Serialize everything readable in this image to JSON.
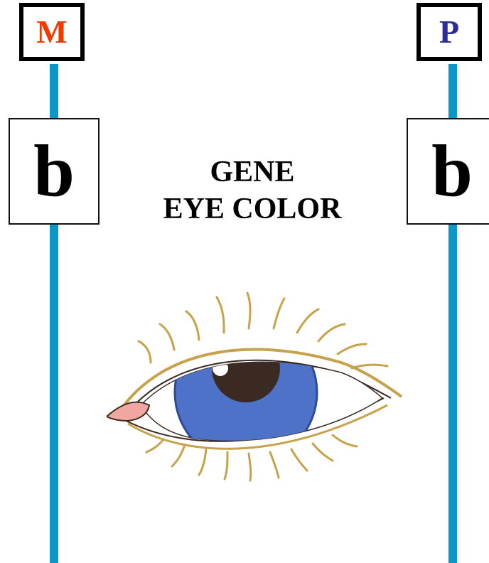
{
  "parents": {
    "maternal": {
      "label": "M",
      "color": "#f03a00"
    },
    "paternal": {
      "label": "P",
      "color": "#2d2d9a"
    }
  },
  "alleles": {
    "maternal": "b",
    "paternal": "b"
  },
  "title": {
    "line1": "GENE",
    "line2": "EYE COLOR"
  },
  "colors": {
    "chromosome": "#0a98c8",
    "iris": "#4f72c9",
    "pupil": "#3a2a22",
    "lash": "#c7a24a"
  },
  "icons": {
    "eye": "blue-eye-icon"
  }
}
